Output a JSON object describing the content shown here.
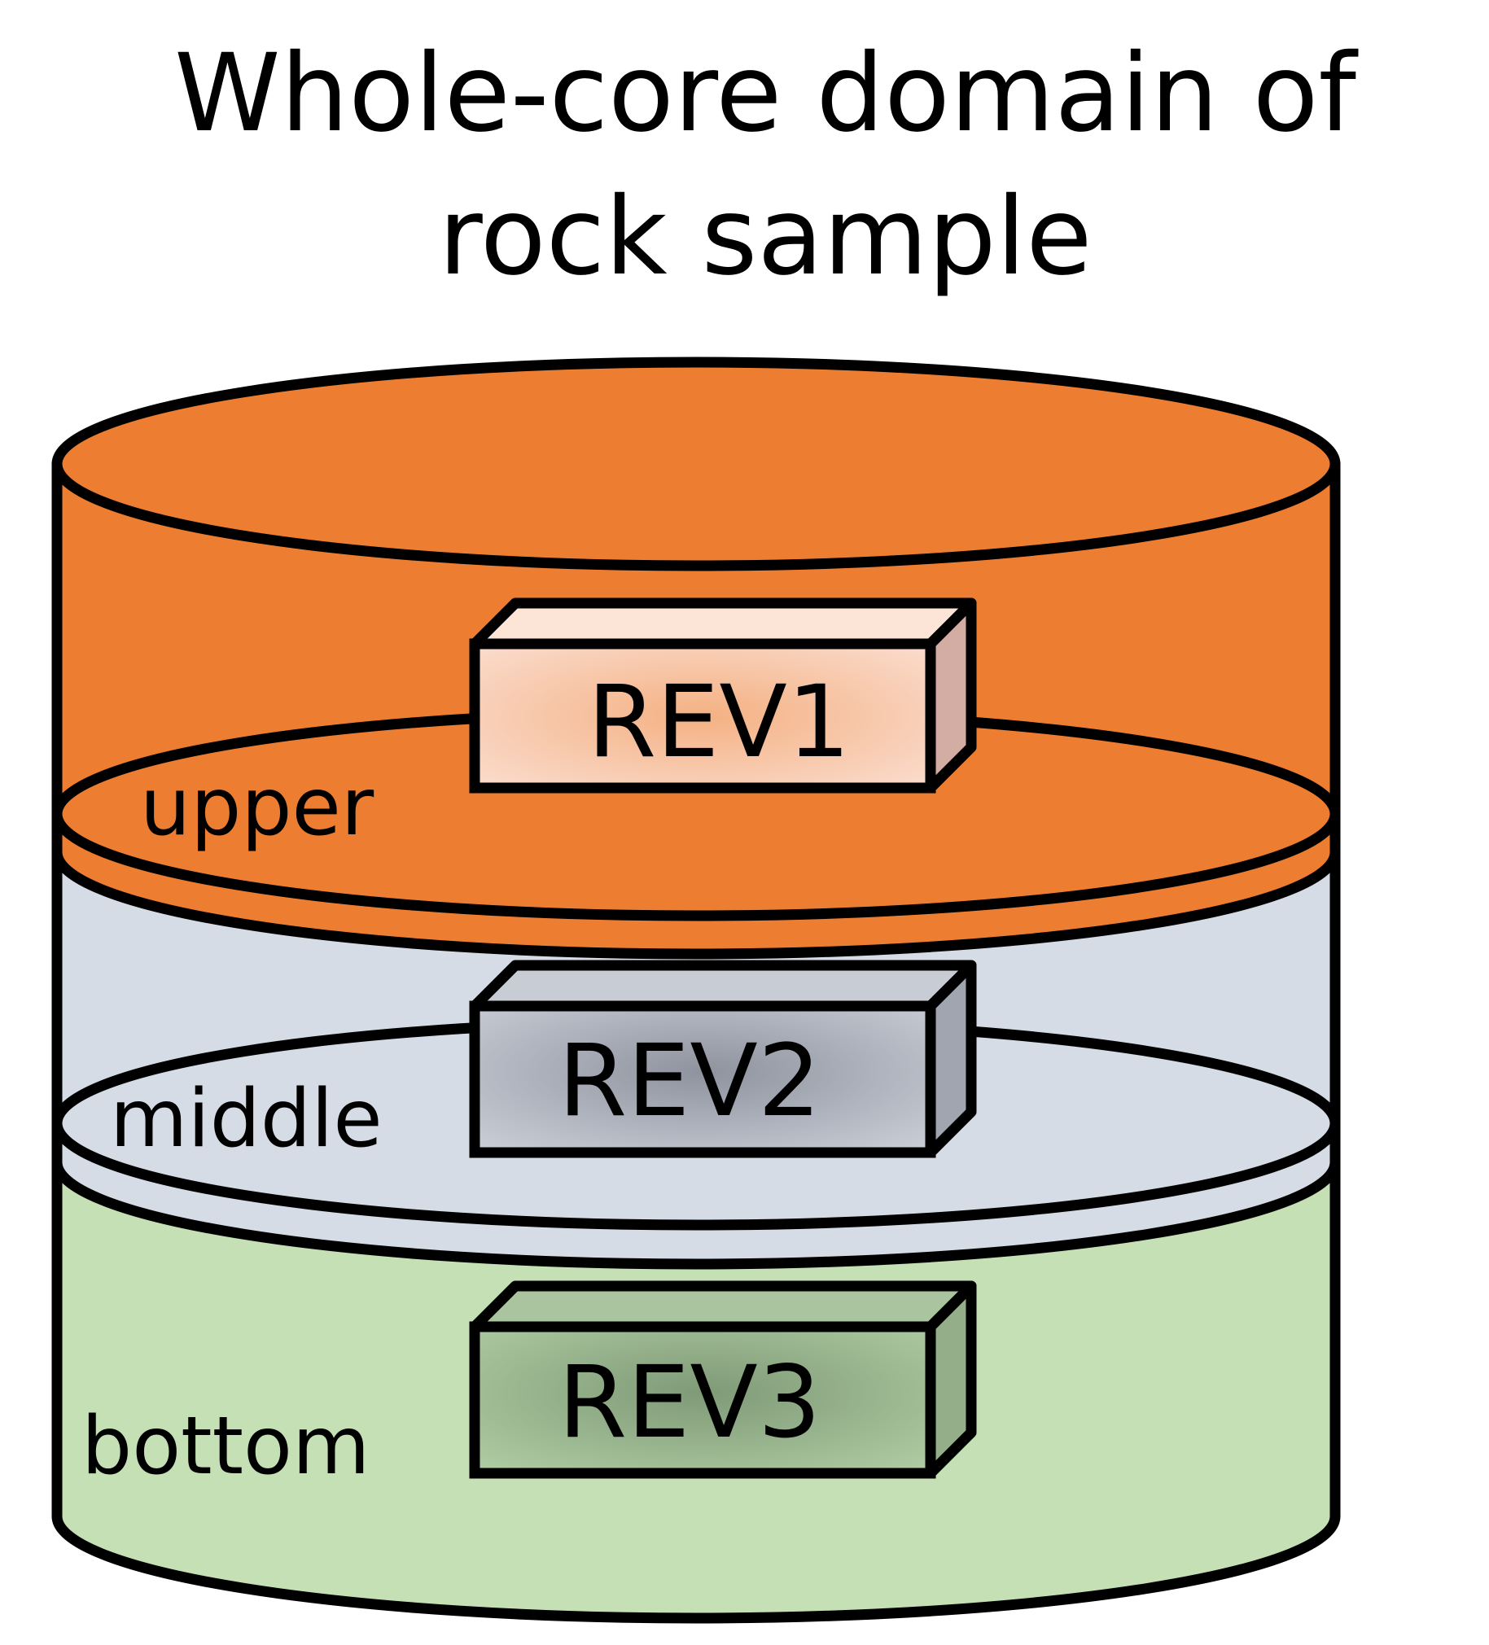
{
  "title": {
    "line1": "Whole-core domain of",
    "line2": "rock sample"
  },
  "layers": [
    {
      "id": "upper",
      "label": "upper",
      "color": "#ED7D31"
    },
    {
      "id": "middle",
      "label": "middle",
      "color": "#D6DCE5"
    },
    {
      "id": "bottom",
      "label": "bottom",
      "color": "#C5E0B4"
    }
  ],
  "revs": [
    {
      "id": "rev1",
      "label": "REV1",
      "front_inner": "#F4B183",
      "front_outer": "#FBE0D4",
      "top": "#FCE4D6",
      "side": "#D3ADA3"
    },
    {
      "id": "rev2",
      "label": "REV2",
      "front_inner": "#8E939E",
      "front_outer": "#C9CDD6",
      "top": "#C8CCD4",
      "side": "#A0A5B0"
    },
    {
      "id": "rev3",
      "label": "REV3",
      "front_inner": "#7F9A77",
      "front_outer": "#AECBA2",
      "top": "#A9C49E",
      "side": "#93AE88"
    }
  ],
  "outline_color": "#000000"
}
